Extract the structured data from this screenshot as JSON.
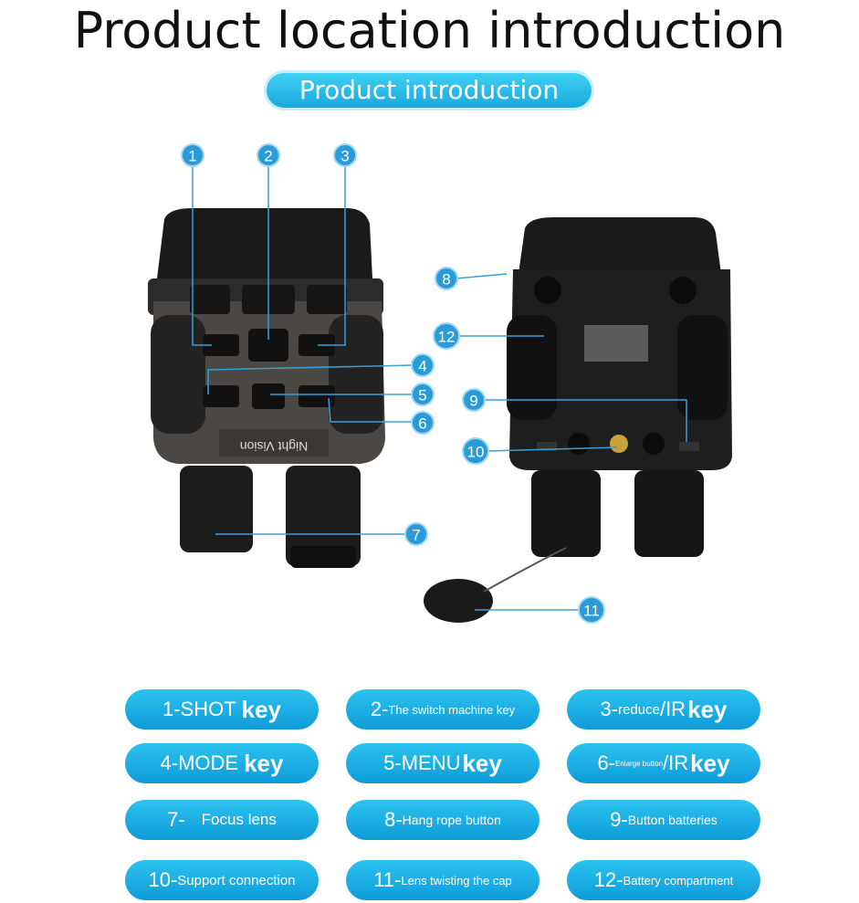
{
  "title": "Product location introduction",
  "subtitle": "Product introduction",
  "device_label": "Night Vision",
  "callout_numbers": [
    "1",
    "2",
    "3",
    "4",
    "5",
    "6",
    "7",
    "8",
    "9",
    "10",
    "11",
    "12"
  ],
  "legend": [
    {
      "num": "1-",
      "text": "SHOT",
      "key": "key"
    },
    {
      "num": "2-",
      "text": "The switch machine key"
    },
    {
      "num": "3-",
      "text": "reduce",
      "ir": "/IR",
      "key": "key"
    },
    {
      "num": "4-",
      "text": "MODE",
      "key": "key"
    },
    {
      "num": "5-",
      "text": "MENU",
      "key": "key"
    },
    {
      "num": "6-",
      "text": "Enlarge button",
      "ir": "/IR",
      "key": "key"
    },
    {
      "num": "7-",
      "text": "Focus lens"
    },
    {
      "num": "8-",
      "text": "Hang rope button"
    },
    {
      "num": "9-",
      "text": "Button batteries"
    },
    {
      "num": "10-",
      "text": "Support connection"
    },
    {
      "num": "11-",
      "text": "Lens twisting the cap"
    },
    {
      "num": "12-",
      "text": "Battery compartment"
    }
  ],
  "colors": {
    "accent": "#1aa8dd",
    "callout": "#2a9bd6"
  }
}
